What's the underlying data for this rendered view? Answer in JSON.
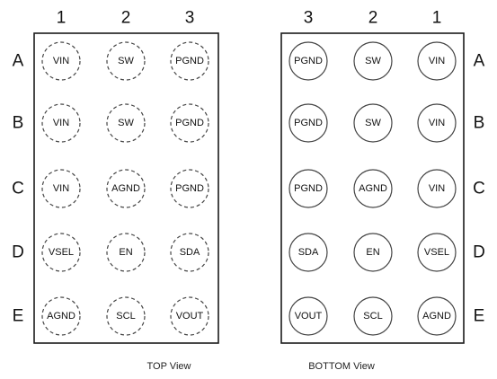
{
  "top_view": {
    "caption": "TOP View",
    "column_labels": [
      "1",
      "2",
      "3"
    ],
    "row_labels": [
      "A",
      "B",
      "C",
      "D",
      "E"
    ],
    "row_label_side": "left",
    "outline": "dashed",
    "balls": [
      [
        "VIN",
        "SW",
        "PGND"
      ],
      [
        "VIN",
        "SW",
        "PGND"
      ],
      [
        "VIN",
        "AGND",
        "PGND"
      ],
      [
        "VSEL",
        "EN",
        "SDA"
      ],
      [
        "AGND",
        "SCL",
        "VOUT"
      ]
    ]
  },
  "bottom_view": {
    "caption": "BOTTOM View",
    "column_labels": [
      "3",
      "2",
      "1"
    ],
    "row_labels": [
      "A",
      "B",
      "C",
      "D",
      "E"
    ],
    "row_label_side": "right",
    "outline": "solid",
    "balls": [
      [
        "PGND",
        "SW",
        "VIN"
      ],
      [
        "PGND",
        "SW",
        "VIN"
      ],
      [
        "PGND",
        "AGND",
        "VIN"
      ],
      [
        "SDA",
        "EN",
        "VSEL"
      ],
      [
        "VOUT",
        "SCL",
        "AGND"
      ]
    ]
  }
}
